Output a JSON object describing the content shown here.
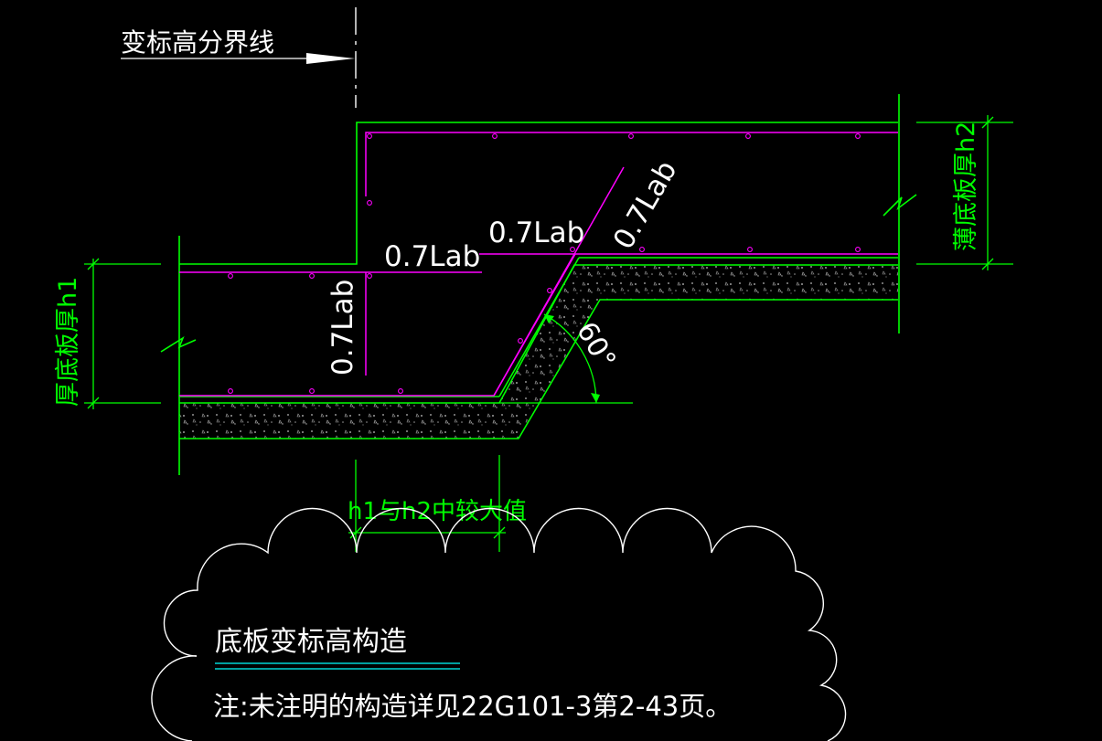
{
  "labels": {
    "boundary_line": "变标高分界线",
    "lab_h": "0.7Lab",
    "lab_v": "0.7Lab",
    "lab_top": "0.7Lab",
    "lab_slope": "0.7Lab",
    "angle": "60°",
    "h1_dim": "厚底板厚h1",
    "h2_dim": "薄底板厚h2",
    "max_val": "h1与h2中较大值",
    "title": "底板变标高构造",
    "note": "注:未注明的构造详见22G101-3第2-43页。"
  },
  "colors": {
    "background": "#000000",
    "outline": "#00ff00",
    "rebar": "#ff00ff",
    "text": "#ffffff",
    "dimension": "#00ff00",
    "title_underline": "#00ffff"
  }
}
